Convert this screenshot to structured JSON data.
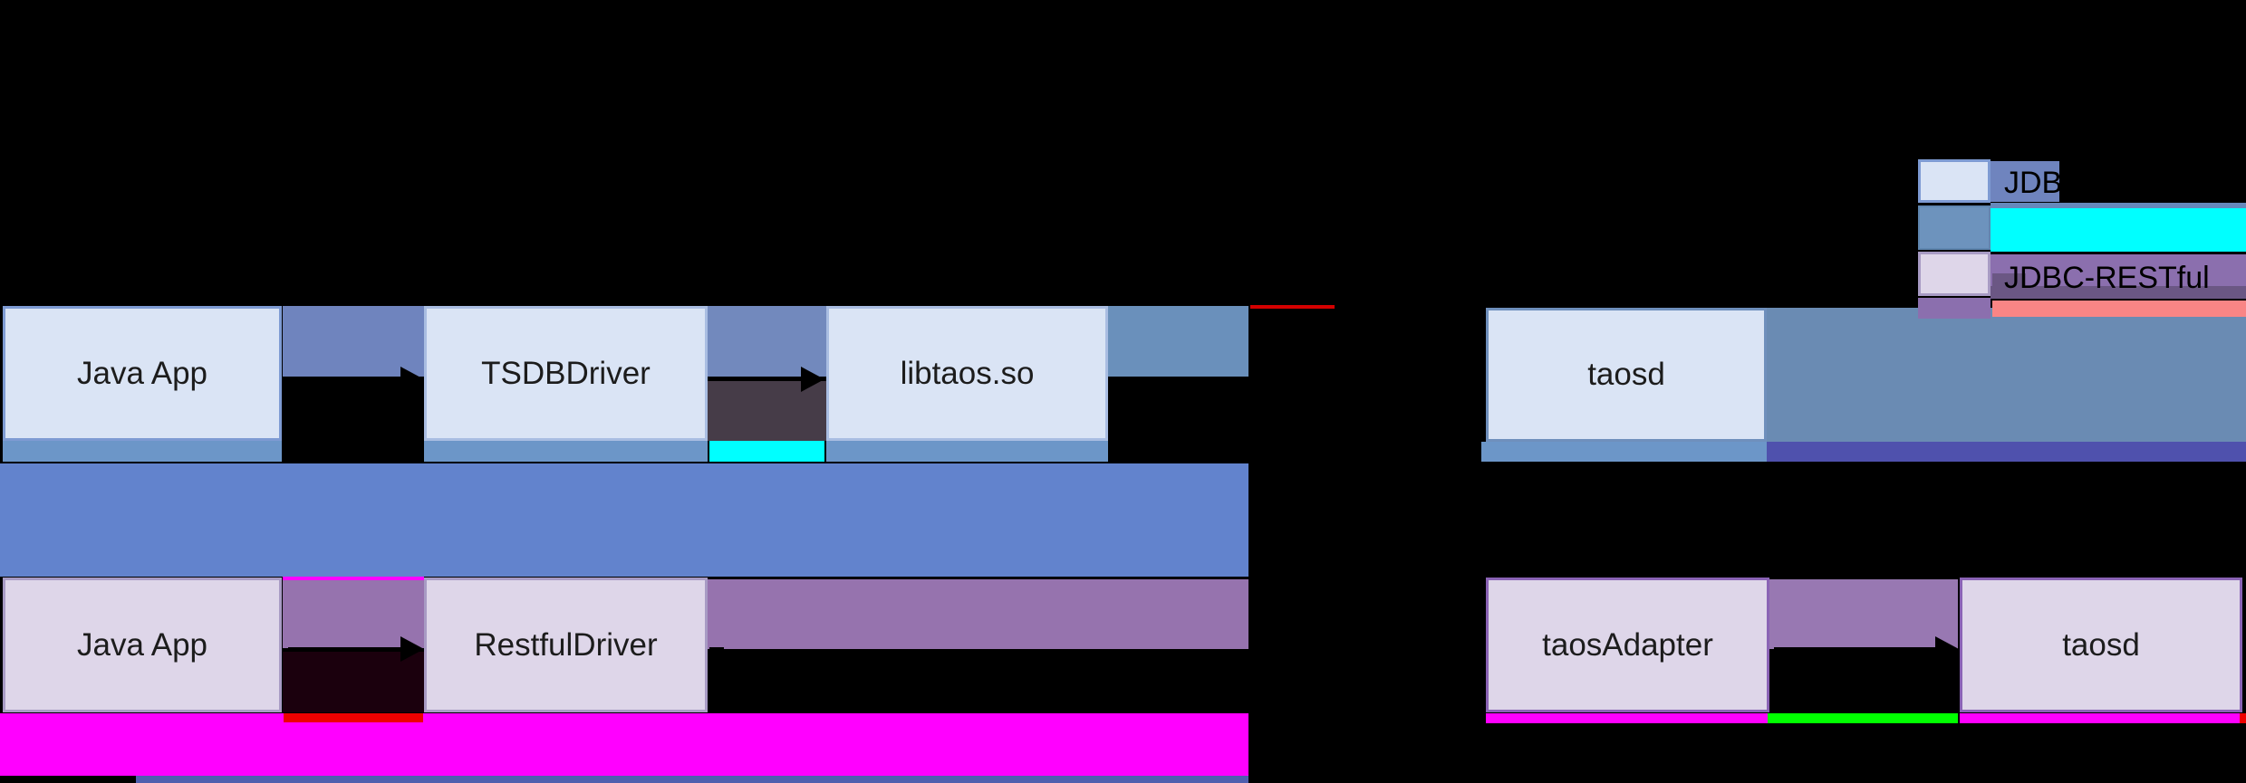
{
  "diagram": {
    "description": "TDengine JDBC connector architecture diagram on transparent/black background",
    "nodes": {
      "jni_app": {
        "label": "Java App"
      },
      "tsdb_driver": {
        "label": "TSDBDriver"
      },
      "libtaos": {
        "label": "libtaos.so"
      },
      "taosd_top": {
        "label": "taosd"
      },
      "rest_app": {
        "label": "Java App"
      },
      "restful_driver": {
        "label": "RestfulDriver"
      },
      "taos_adapter": {
        "label": "taosAdapter"
      },
      "taosd_bottom": {
        "label": "taosd"
      }
    },
    "legend": {
      "row1_label": "JDBC-JNI",
      "row3_label": "JDBC-RESTful",
      "swatches": [
        {
          "name": "light-blue-box"
        },
        {
          "name": "steel-blue-box"
        },
        {
          "name": "lavender-box"
        },
        {
          "name": "mauve-box"
        }
      ]
    }
  },
  "colors": {
    "bg": "#000000",
    "ink": "#1c1c1c",
    "boxBlueFill": "#dae4f5",
    "boxBlueBorder": "#7e9bd3",
    "boxBlueBorderLight": "#a9bde2",
    "taosdBorder": "#6f8fbc",
    "boxPurpleFill": "#ded6e9",
    "boxPurpleBorderLight": "#a89bc4",
    "boxPurpleBorder": "#8a63b5",
    "bandSlate": "#6f84be",
    "bandSlate2": "#7289bd",
    "bandSteel": "#6a90bb",
    "bandTaosd": "#6a8bb3",
    "underStrip": "#6c96c8",
    "periwinkle": "#6283cd",
    "indigo": "#4f51ad",
    "bottomStrip": "#4f5fae",
    "mauve": "#9673ae",
    "mauveRight": "#9878b2",
    "legendMauve": "#8b6fae",
    "legendMauveDark": "#6b5784",
    "legendSteelFill": "#6d93bd",
    "legendSteelBorder": "#5f86b0",
    "thinBlueStrip": "#6688bb",
    "cyan": "#00ffff",
    "magenta": "#ff00ff",
    "green": "#00ff00",
    "red": "#ee0000",
    "redLine": "#d40000",
    "salmon": "#f98585",
    "darkBlock": "#463c48",
    "darkMaroon": "#1b000d"
  }
}
